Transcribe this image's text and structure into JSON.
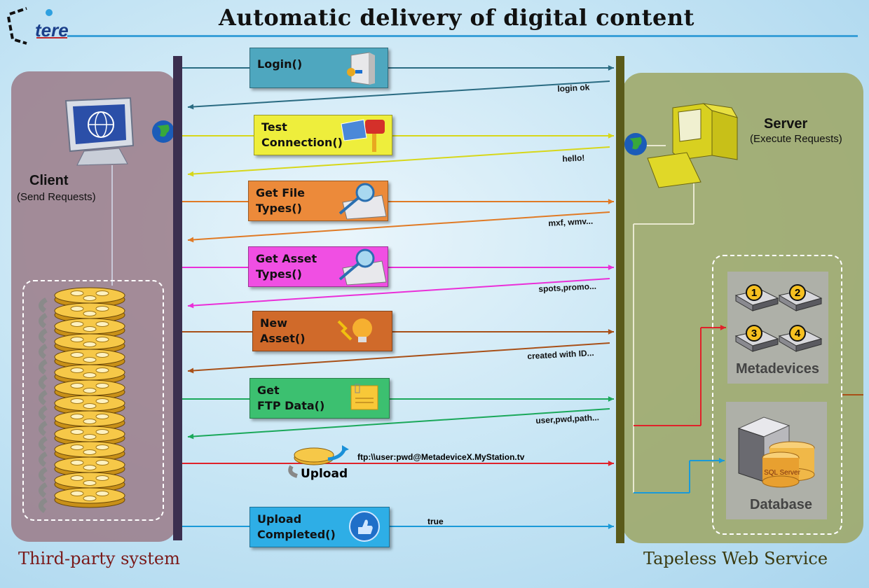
{
  "title": "Automatic delivery of digital content",
  "logo": "tere",
  "client": {
    "label": "Client",
    "sublabel": "(Send Requests)"
  },
  "server": {
    "label": "Server",
    "sublabel": "(Execute Requests)"
  },
  "footer": {
    "left": "Third-party system",
    "right": "Tapeless Web Service"
  },
  "calls": [
    {
      "line1": "Login()",
      "line2": "",
      "color": "#2a6b82",
      "box": "#4ea7bf",
      "response": "login ok"
    },
    {
      "line1": "Test",
      "line2": "Connection()",
      "color": "#d7d71a",
      "box": "#eeee3c",
      "response": "hello!"
    },
    {
      "line1": "Get File",
      "line2": "Types()",
      "color": "#e07a25",
      "box": "#ec8a3a",
      "response": "mxf, wmv..."
    },
    {
      "line1": "Get Asset",
      "line2": "Types()",
      "color": "#ea2fd8",
      "box": "#f04fe3",
      "response": "spots,promo..."
    },
    {
      "line1": "New",
      "line2": "Asset()",
      "color": "#a85018",
      "box": "#d06a2a",
      "response": "created with ID..."
    },
    {
      "line1": "Get",
      "line2": "FTP Data()",
      "color": "#1aa85a",
      "box": "#3cc070",
      "response": "user,pwd,path..."
    },
    {
      "line1": "Upload",
      "line2": "Completed()",
      "color": "#1a9ad8",
      "box": "#2eaee6",
      "response": "true"
    }
  ],
  "upload": {
    "label": "Upload",
    "url": "ftp:\\\\user:pwd@MetadeviceX.MyStation.tv",
    "color": "#e0222a"
  },
  "metadevices": {
    "label": "Metadevices",
    "numbers": [
      "1",
      "2",
      "3",
      "4"
    ]
  },
  "database": {
    "label": "Database",
    "engine": "SQL Server"
  }
}
